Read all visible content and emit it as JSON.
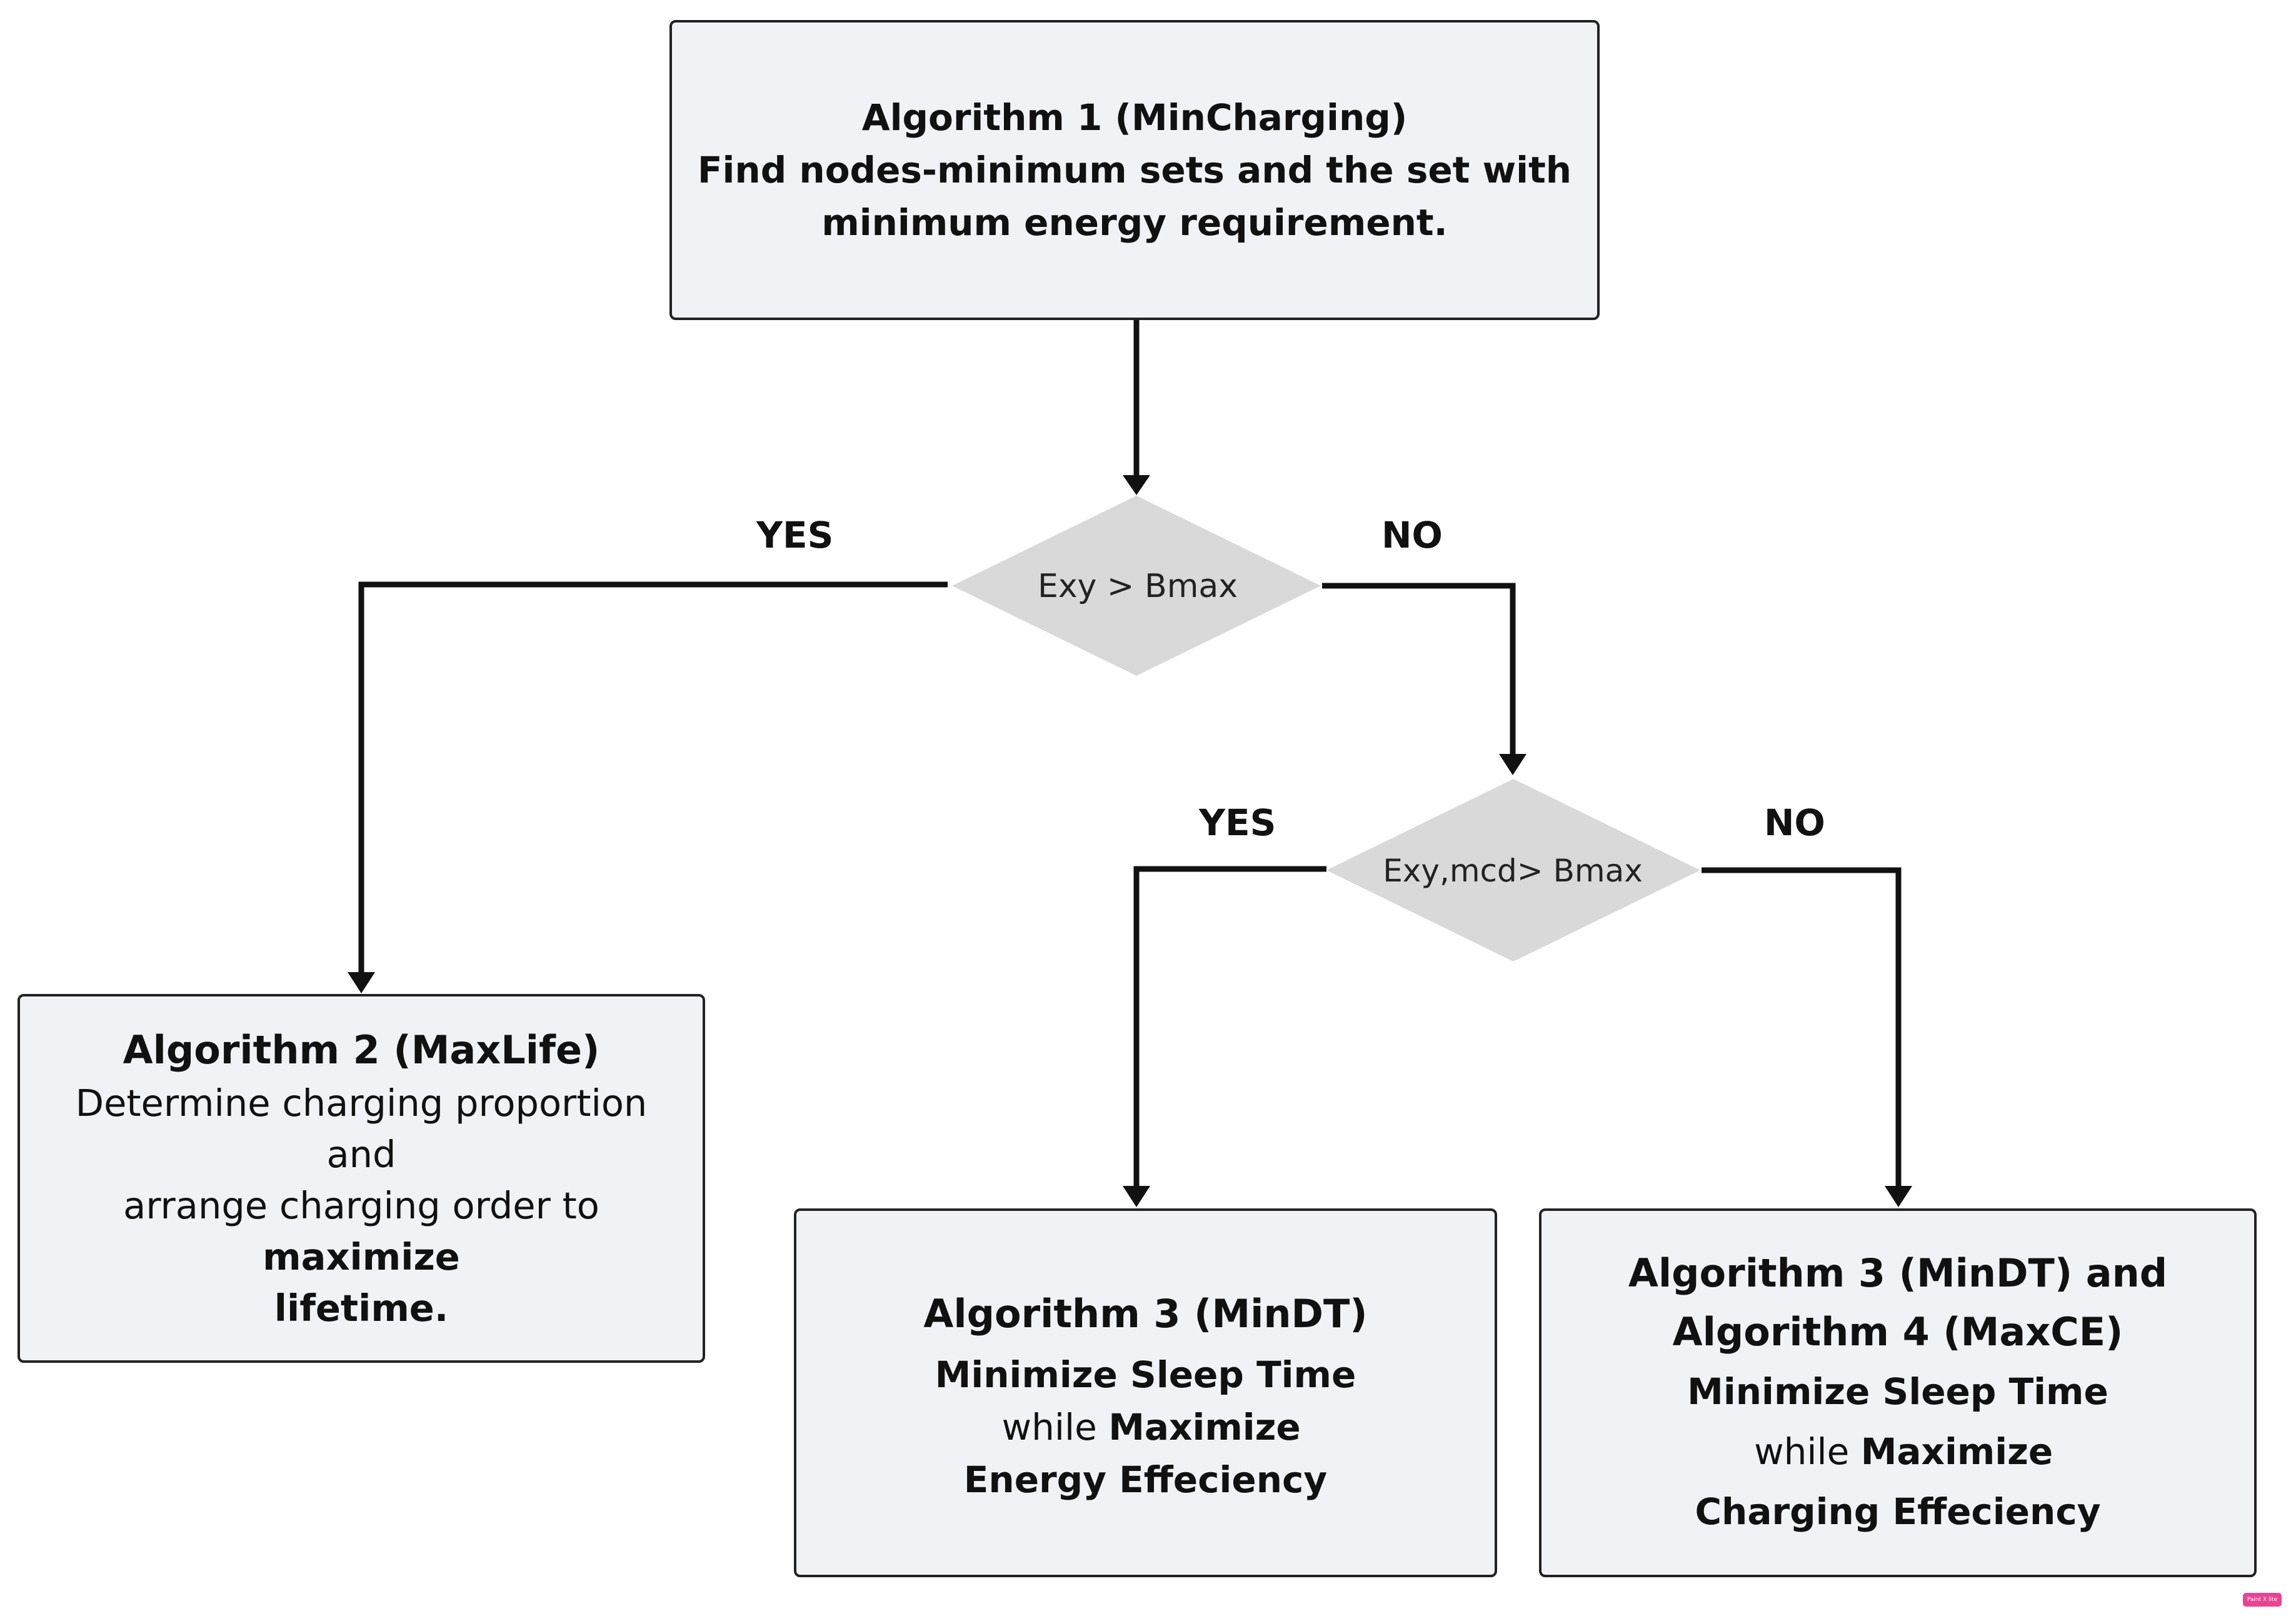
{
  "nodes": {
    "alg1": {
      "title": "Algorithm 1 (MinCharging)",
      "desc_line1": "Find nodes-minimum sets and the set with",
      "desc_line2": "minimum energy requirement."
    },
    "decision1": {
      "label": "Exy > Bmax",
      "yes_label": "YES",
      "no_label": "NO"
    },
    "decision2": {
      "label": "Exy,mcd> Bmax",
      "yes_label": "YES",
      "no_label": "NO"
    },
    "alg2": {
      "title": "Algorithm 2 (MaxLife)",
      "desc_line1": "Determine charging proportion and",
      "desc_line2_plain": "arrange charging order to ",
      "desc_line2_bold": "maximize",
      "desc_line3_bold": "lifetime."
    },
    "alg3": {
      "title": "Algorithm 3 (MinDT)",
      "desc_bold1": "Minimize Sleep Time",
      "desc_plain": " while ",
      "desc_bold2": "Maximize",
      "desc_line2_bold": "Energy Effeciency"
    },
    "alg34": {
      "title_line1": "Algorithm 3 (MinDT) and",
      "title_line2": "Algorithm 4 (MaxCE)",
      "desc_bold1": "Minimize Sleep Time",
      "desc_plain": " while ",
      "desc_bold2": "Maximize",
      "desc_line2_bold": "Charging Effeciency"
    }
  },
  "colors": {
    "box_fill": "#f0f2f5",
    "box_border": "#222222",
    "diamond_fill": "#d9d9d9",
    "connector": "#111111",
    "badge": "#e84393"
  },
  "badge": {
    "text": "Paint X lite"
  }
}
